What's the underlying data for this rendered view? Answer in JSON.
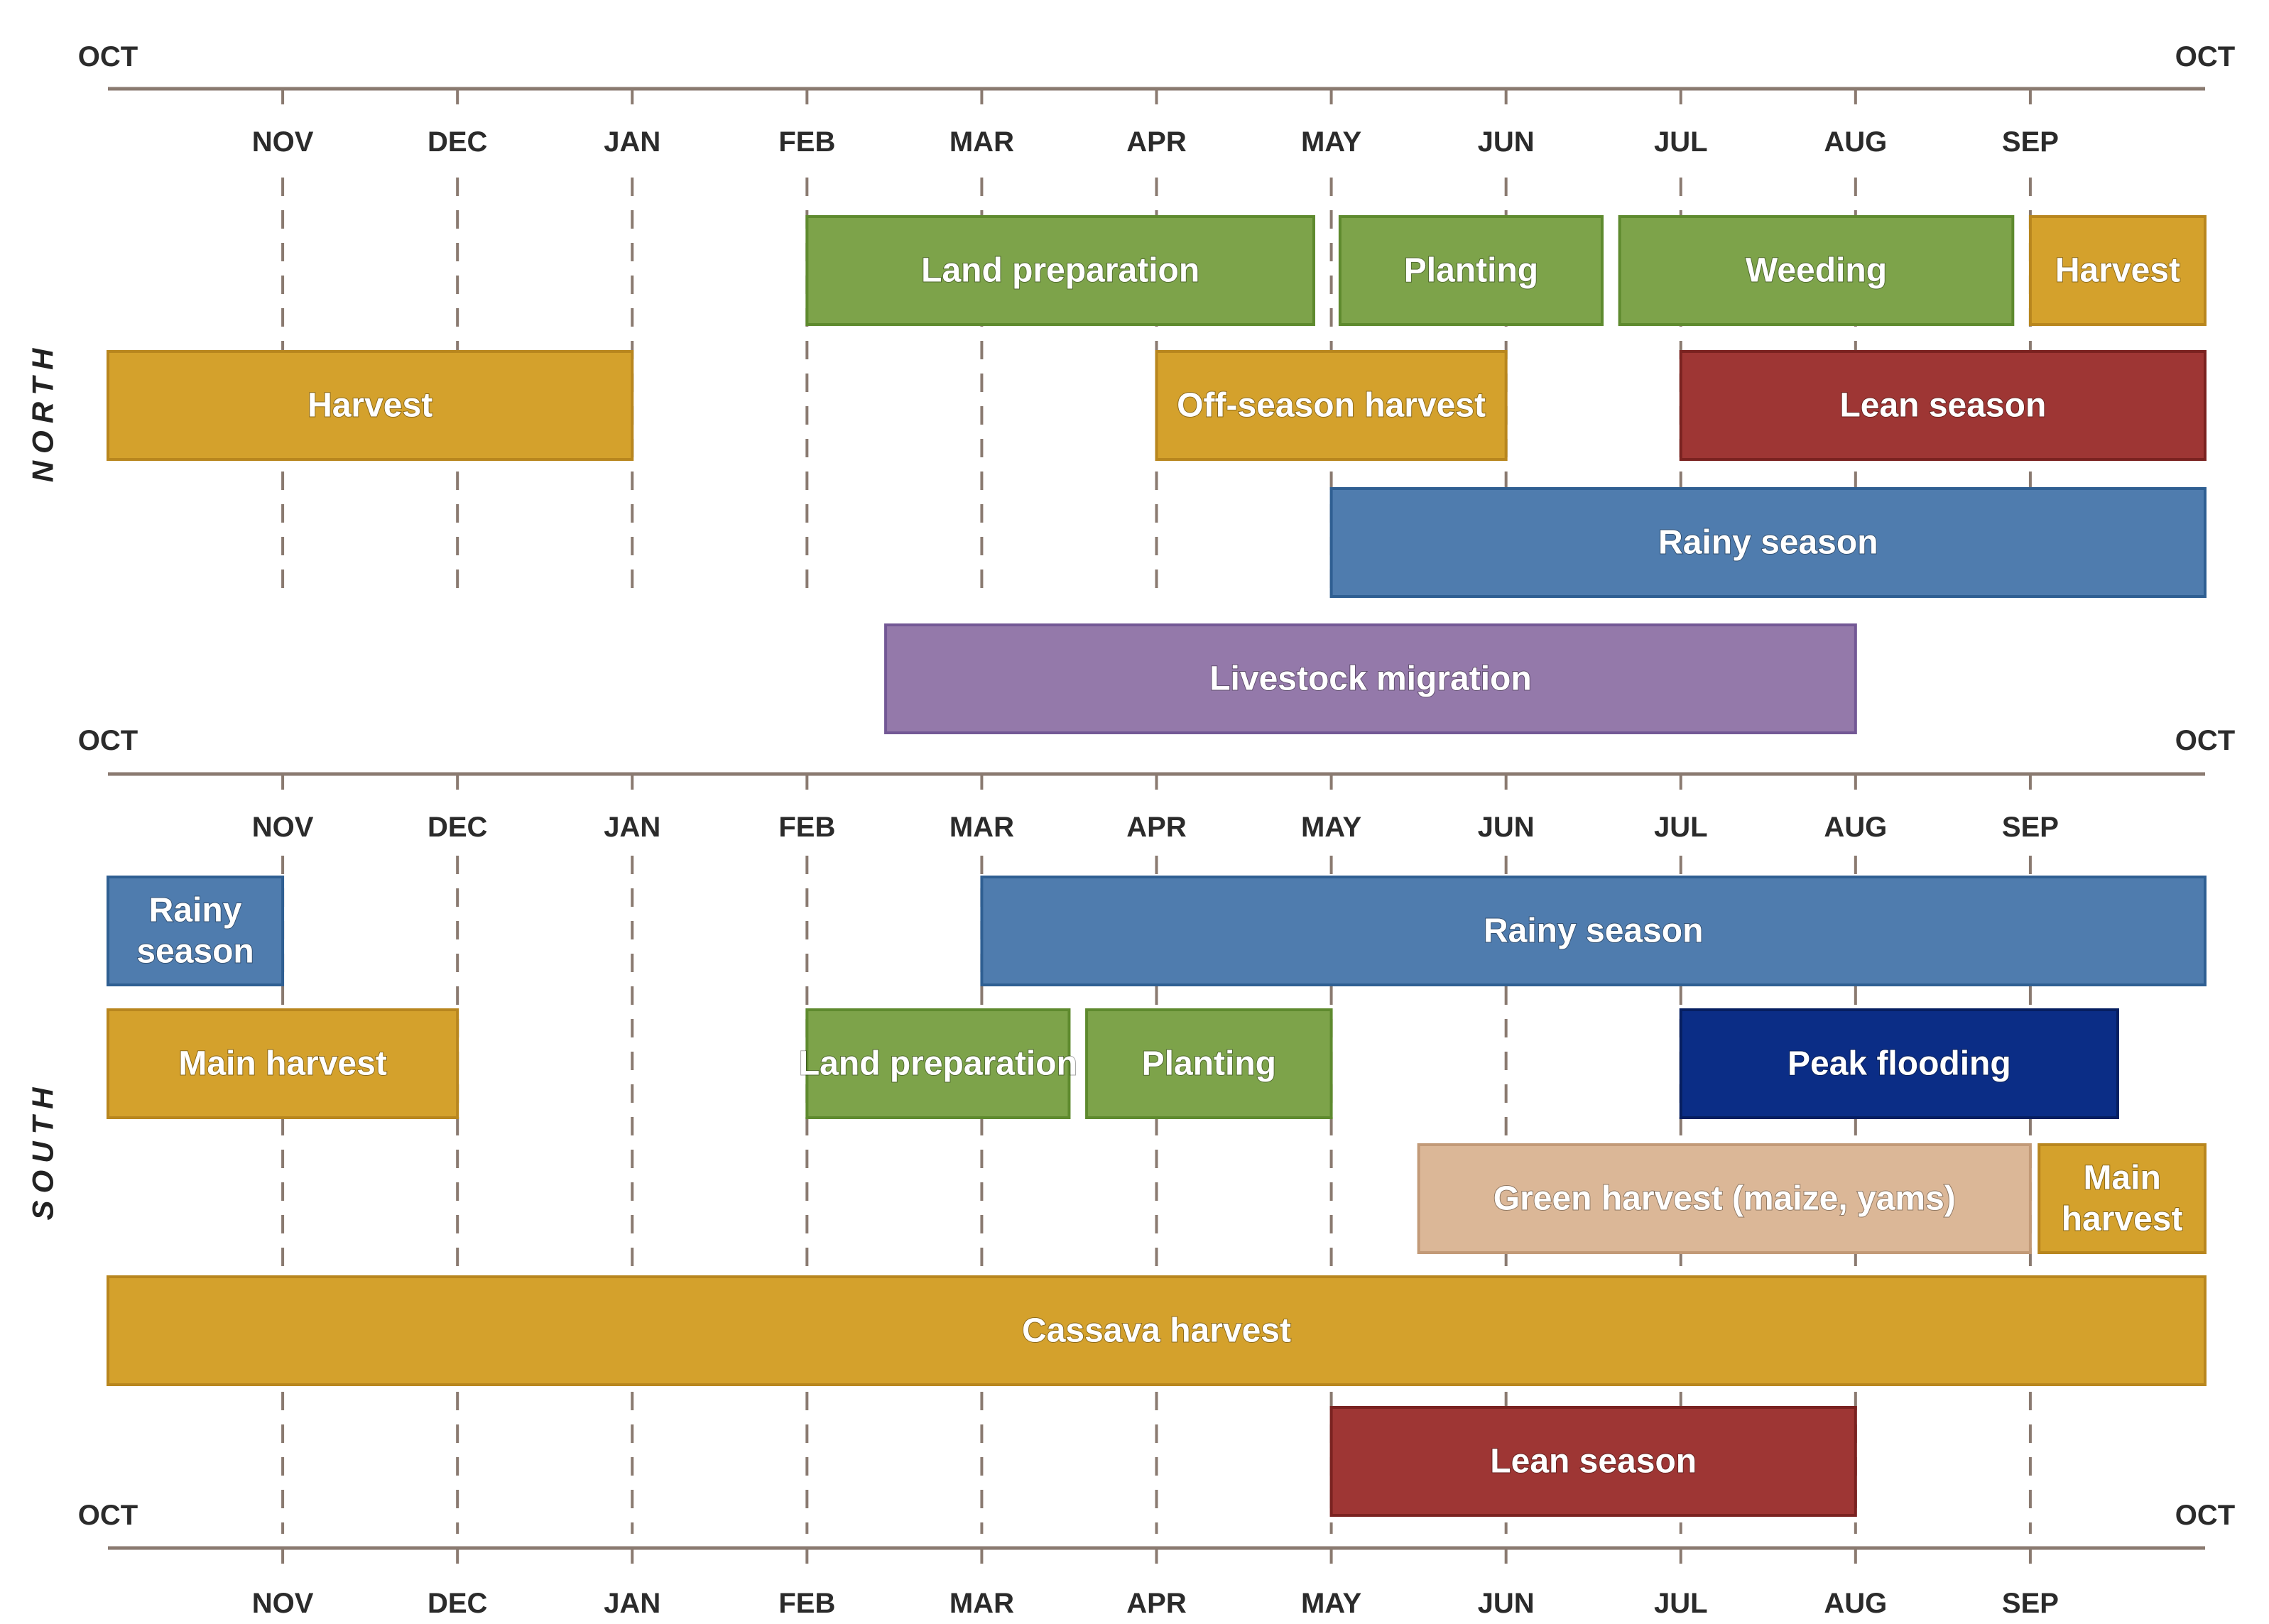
{
  "chart_data": {
    "type": "timeline",
    "calendar": {
      "months": [
        "OCT",
        "NOV",
        "DEC",
        "JAN",
        "FEB",
        "MAR",
        "APR",
        "MAY",
        "JUN",
        "JUL",
        "AUG",
        "SEP",
        "OCT"
      ]
    },
    "colors": {
      "harvest": "#d4a12c",
      "harvest_border": "#b8861e",
      "land_preparation": "#7da34a",
      "land_preparation_border": "#5e8a2e",
      "rainy_season": "#4f7cae",
      "rainy_season_border": "#2f5f92",
      "lean_season": "#9e3634",
      "lean_season_border": "#7a2220",
      "livestock_migration": "#9479aa",
      "livestock_migration_border": "#735895",
      "peak_flooding": "#0b2d86",
      "peak_flooding_border": "#061e60",
      "green_harvest": "#dbb797",
      "green_harvest_border": "#c29a78",
      "axis": "#8a7a70",
      "gridline": "#8a7a70"
    },
    "regions": [
      {
        "name": "NORTH",
        "activities": [
          {
            "label": "Land preparation",
            "start": 4.0,
            "end": 6.9,
            "color": "land_preparation"
          },
          {
            "label": "Planting",
            "start": 7.05,
            "end": 8.55,
            "color": "land_preparation"
          },
          {
            "label": "Weeding",
            "start": 8.65,
            "end": 10.9,
            "color": "land_preparation"
          },
          {
            "label": "Harvest",
            "start": 11.0,
            "end": 12.0,
            "color": "harvest"
          },
          {
            "label": "Harvest",
            "start": 0.0,
            "end": 3.0,
            "color": "harvest"
          },
          {
            "label": "Off-season harvest",
            "start": 6.0,
            "end": 8.0,
            "color": "harvest"
          },
          {
            "label": "Lean season",
            "start": 9.0,
            "end": 12.0,
            "color": "lean_season"
          },
          {
            "label": "Rainy season",
            "start": 7.0,
            "end": 12.0,
            "color": "rainy_season"
          },
          {
            "label": "Livestock migration",
            "start": 4.45,
            "end": 10.0,
            "color": "livestock_migration"
          }
        ]
      },
      {
        "name": "SOUTH",
        "activities": [
          {
            "label": "Rainy season",
            "start": 0.0,
            "end": 1.0,
            "color": "rainy_season",
            "lines": [
              "Rainy",
              "season"
            ]
          },
          {
            "label": "Rainy season",
            "start": 5.0,
            "end": 12.0,
            "color": "rainy_season"
          },
          {
            "label": "Main harvest",
            "start": 0.0,
            "end": 2.0,
            "color": "harvest"
          },
          {
            "label": "Land preparation",
            "start": 4.0,
            "end": 5.5,
            "color": "land_preparation"
          },
          {
            "label": "Planting",
            "start": 5.6,
            "end": 7.0,
            "color": "land_preparation"
          },
          {
            "label": "Peak flooding",
            "start": 9.0,
            "end": 11.5,
            "color": "peak_flooding"
          },
          {
            "label": "Green harvest (maize, yams)",
            "start": 7.5,
            "end": 11.0,
            "color": "green_harvest"
          },
          {
            "label": "Main harvest",
            "start": 11.05,
            "end": 12.0,
            "color": "harvest",
            "lines": [
              "Main",
              "harvest"
            ]
          },
          {
            "label": "Cassava harvest",
            "start": 0.0,
            "end": 12.0,
            "color": "harvest"
          },
          {
            "label": "Lean season",
            "start": 7.0,
            "end": 10.0,
            "color": "lean_season"
          }
        ]
      }
    ]
  }
}
